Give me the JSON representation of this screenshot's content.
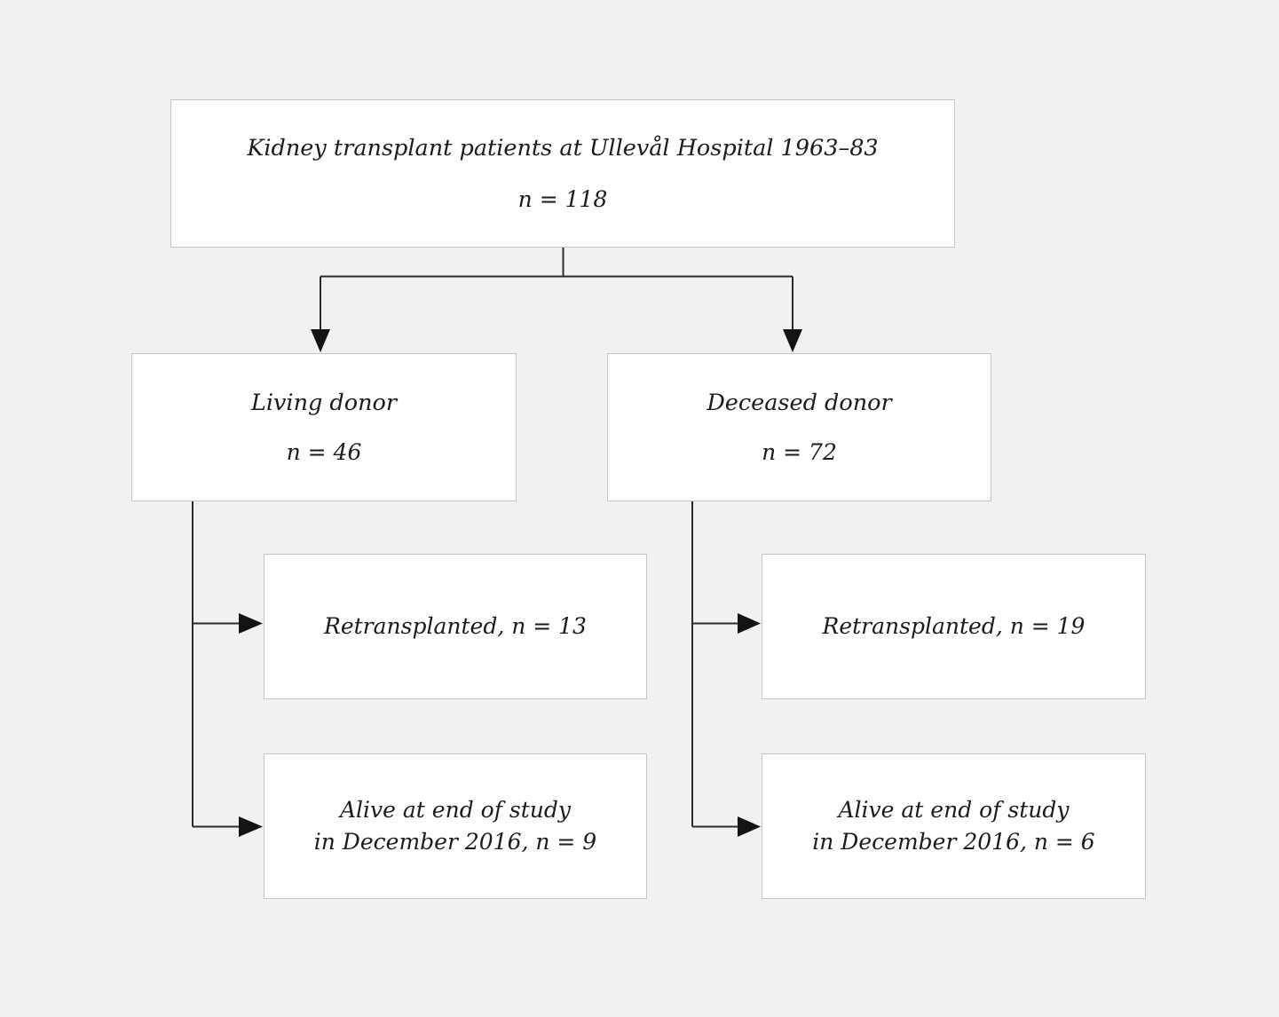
{
  "diagram": {
    "title": "Kidney transplant patient flow diagram",
    "background_color": "#f2f1ef",
    "box_fill_color": "#ffffff",
    "box_border_color": "#c6c5c3",
    "connector_color": "#1b1b1b"
  },
  "nodes": {
    "root": {
      "title": "Kidney transplant patients at Ullevål Hospital 1963–83",
      "count_label": "n = 118",
      "n": 118
    },
    "living_donor": {
      "title": "Living donor",
      "count_label": "n = 46",
      "n": 46
    },
    "deceased_donor": {
      "title": "Deceased donor",
      "count_label": "n = 72",
      "n": 72
    },
    "retransplanted_living": {
      "label": "Retransplanted, n = 13",
      "n": 13
    },
    "retransplanted_deceased": {
      "label": "Retransplanted, n = 19",
      "n": 19
    },
    "alive_living": {
      "line1": "Alive at end of study",
      "line2": "in December 2016, n = 9",
      "n": 9
    },
    "alive_deceased": {
      "line1": "Alive at end of study",
      "line2": "in December 2016, n = 6",
      "n": 6
    }
  },
  "chart_data": {
    "type": "diagram",
    "title": "Kidney transplant patients at Ullevål Hospital 1963–83",
    "root_total": 118,
    "branches": [
      {
        "name": "Living donor",
        "n": 46,
        "outcomes": [
          {
            "name": "Retransplanted",
            "n": 13
          },
          {
            "name": "Alive at end of study in December 2016",
            "n": 9
          }
        ]
      },
      {
        "name": "Deceased donor",
        "n": 72,
        "outcomes": [
          {
            "name": "Retransplanted",
            "n": 19
          },
          {
            "name": "Alive at end of study in December 2016",
            "n": 6
          }
        ]
      }
    ]
  }
}
